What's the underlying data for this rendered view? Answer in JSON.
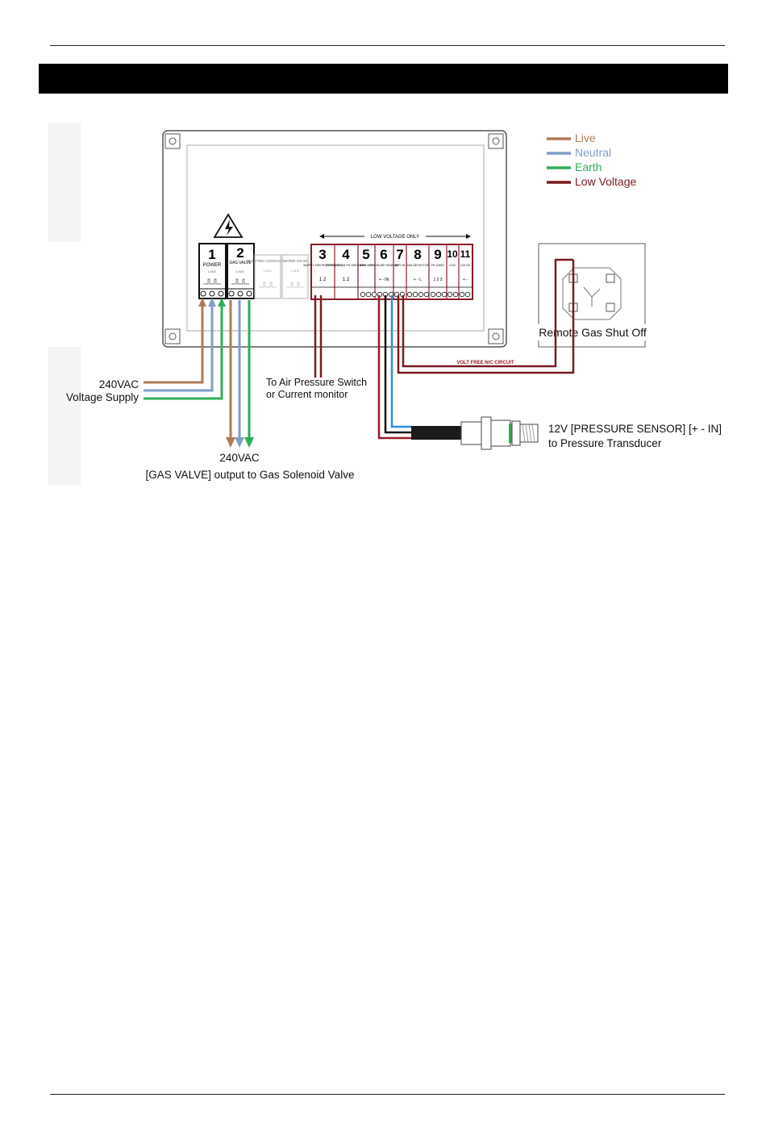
{
  "banner": {
    "color": "#000000"
  },
  "legend": [
    {
      "label": "Live",
      "color": "#b07a55"
    },
    {
      "label": "Neutral",
      "color": "#7f9ec8"
    },
    {
      "label": "Earth",
      "color": "#2fae58"
    },
    {
      "label": "Low Voltage",
      "color": "#7b1a22"
    }
  ],
  "terminals": [
    {
      "number": "1",
      "label": "POWER",
      "pins": "L N E"
    },
    {
      "number": "2",
      "label": "GAS VALVE",
      "pins": "L N E"
    },
    {
      "number": "",
      "label": "ELECTRIC CONTACTOR",
      "pins": "L N E"
    },
    {
      "number": "",
      "label": "WATER VALVE",
      "pins": "L N E"
    },
    {
      "number": "3",
      "label": "SUPPLY FAN PD SWITCHES",
      "pins": "1 2"
    },
    {
      "number": "4",
      "label": "EXTRACT FAN PD SWITCHES",
      "pins": "1 2"
    },
    {
      "number": "5",
      "label": "BMS OUT",
      "pins": ""
    },
    {
      "number": "6",
      "label": "PRESSURE SENSOR",
      "pins": "+ - IN"
    },
    {
      "number": "7",
      "label": "BMS IN",
      "pins": ""
    },
    {
      "number": "8",
      "label": "GAS DETECTOR",
      "pins": "+ - L"
    },
    {
      "number": "9",
      "label": "FS 1/3/5/7",
      "pins": "1 2 3"
    },
    {
      "number": "10",
      "label": "CO2",
      "pins": ""
    },
    {
      "number": "11",
      "label": "12V DC",
      "pins": "+ -"
    }
  ],
  "low_voltage_only": "LOW VOLTAGE ONLY",
  "volt_free_circuit": "VOLT FREE N/C CIRCUIT",
  "remote_gas_shut_off": "Remote Gas Shut Off",
  "supply_label": [
    "240VAC",
    "Voltage Supply"
  ],
  "air_pressure_label": [
    "To Air Pressure Switch",
    "or Current monitor"
  ],
  "gas_valve_output": [
    "240VAC",
    "[GAS VALVE] output to Gas Solenoid Valve"
  ],
  "pressure_sensor_label": [
    "12V [PRESSURE SENSOR] [+ - IN]",
    "to Pressure Transducer"
  ]
}
